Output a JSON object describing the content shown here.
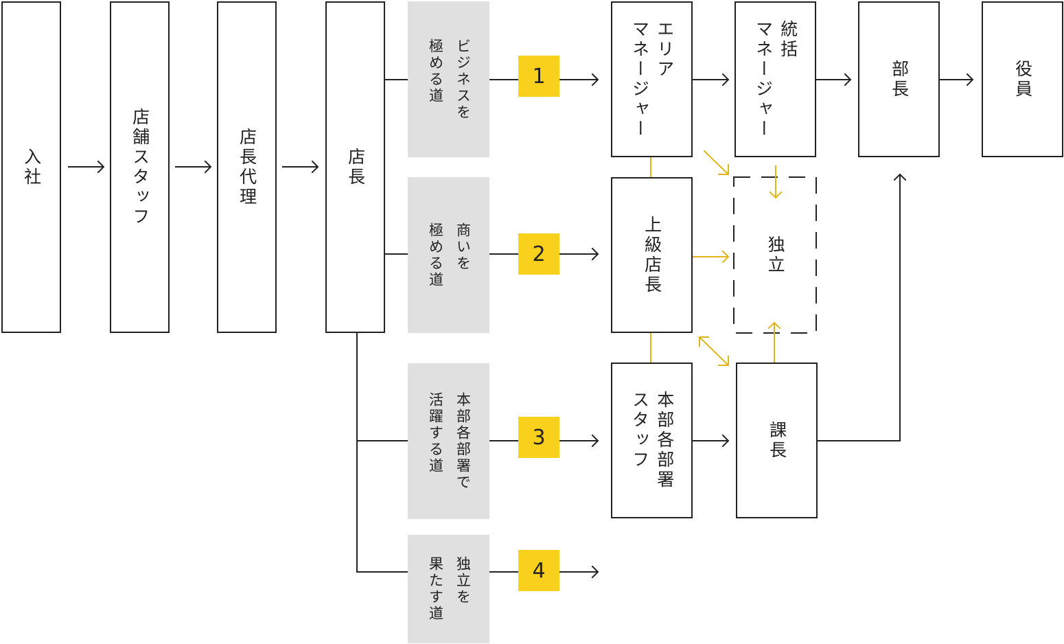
{
  "nodes": {
    "nyusha": "入社",
    "tenpo_staff": "店舗スタッフ",
    "tencho_dairi": "店長代理",
    "tencho": "店長",
    "area_manager": "エリア\nマネージャー",
    "tokatsu_manager": "統括\nマネージャー",
    "bucho": "部長",
    "yakuin": "役員",
    "joukyu_tencho": "上級店長",
    "dokuritsu": "独立",
    "honbu_staff": "本部各部署\nスタッフ",
    "kacho": "課長"
  },
  "paths": [
    {
      "number": "1",
      "label": "ビジネスを\n極める道"
    },
    {
      "number": "2",
      "label": "商いを\n極める道"
    },
    {
      "number": "3",
      "label": "本部各部署で\n活躍する道"
    },
    {
      "number": "4",
      "label": "独立を\n果たす道"
    }
  ],
  "colors": {
    "line": "#222222",
    "accent": "#f9d11c",
    "accent_arrow": "#e0b51a",
    "path_box": "#e0e0e0"
  }
}
